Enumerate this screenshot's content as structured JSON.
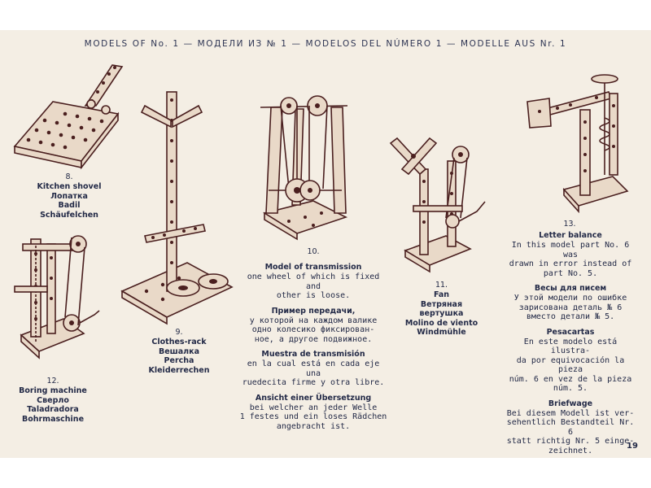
{
  "header": "MODELS OF No. 1 — МОДЕЛИ ИЗ № 1 — MODELOS DEL NÚMERO 1 — MODELLE AUS Nr. 1",
  "models": {
    "m8": {
      "number": "8.",
      "lines": [
        "Kitchen shovel",
        "Лопатка",
        "Badil",
        "Schäufelchen"
      ]
    },
    "m9": {
      "number": "9.",
      "lines": [
        "Clothes-rack",
        "Вешалка",
        "Percha",
        "Kleiderrechen"
      ]
    },
    "m10": {
      "number": "10."
    },
    "m11": {
      "number": "11.",
      "lines": [
        "Fan",
        "Ветряная",
        "вертушка",
        "Molino de viento",
        "Windmühle"
      ]
    },
    "m12": {
      "number": "12.",
      "lines": [
        "Boring machine",
        "Сверло",
        "Taladradora",
        "Bohrmaschine"
      ]
    },
    "m13": {
      "number": "13."
    }
  },
  "transmission": {
    "en_title": "Model of transmission",
    "en_text": "one wheel of which is fixed and\nother is loose.",
    "ru_title": "Пример передачи,",
    "ru_text": "у которой на каждом валике\nодно колесико фиксирован-\nное, а другое подвижное.",
    "es_title": "Muestra de transmisión",
    "es_text": "en la cual está en cada eje una\nruedecita firme y otra libre.",
    "de_title": "Ansicht einer Übersetzung",
    "de_text": "bei welcher an jeder Welle\n1 festes und ein loses Rädchen\nangebracht ist."
  },
  "letter_balance": {
    "en_title": "Letter balance",
    "en_text": "In this model part No. 6 was\ndrawn in error instead of\npart No. 5.",
    "ru_title": "Весы для писем",
    "ru_text": "У этой модели по ошибке\nзарисована деталь № 6\nвместо детали № 5.",
    "es_title": "Pesacartas",
    "es_text": "En este modelo está ilustra-\nda por equivocación la pieza\nnúm. 6 en vez de la pieza\nnúm. 5.",
    "de_title": "Briefwage",
    "de_text": "Bei diesem Modell ist ver-\nsehentlich Bestandteil Nr. 6\nstatt richtig Nr. 5 einge-\nzeichnet."
  },
  "page_number": "19",
  "colors": {
    "paper": "#f4eee4",
    "ink": "#232a47",
    "drawing": "#4a1f1f"
  }
}
